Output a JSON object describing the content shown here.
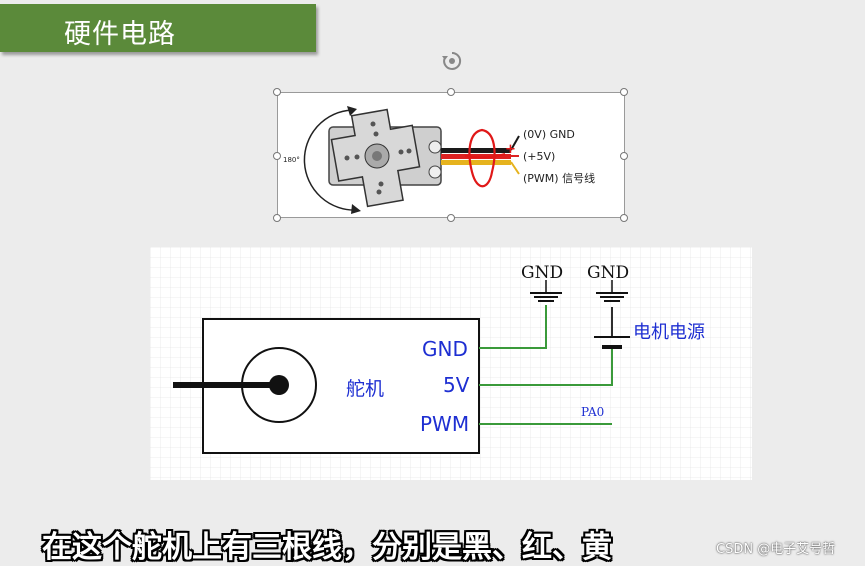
{
  "slide": {
    "title": "硬件电路"
  },
  "servo_image": {
    "angle_label": "180°",
    "wires": [
      {
        "label": "(0V) GND"
      },
      {
        "label": "(+5V)"
      },
      {
        "label": "(PWM) 信号线"
      }
    ],
    "annotation_plus": "+"
  },
  "schematic": {
    "servo_label": "舵机",
    "pins": [
      "GND",
      "5V",
      "PWM"
    ],
    "gnd_symbols": [
      "GND",
      "GND"
    ],
    "motor_power_label": "电机电源",
    "signal_net": "PA0"
  },
  "subtitle": "在这个舵机上有三根线，分别是黑、红、黄",
  "watermark": "CSDN @电子艾号哲",
  "colors": {
    "title_bar": "#5b8a3a",
    "wire_green": "#3a9a3a",
    "schematic_text": "#1e2fd2",
    "annotation_red": "#e01818"
  }
}
